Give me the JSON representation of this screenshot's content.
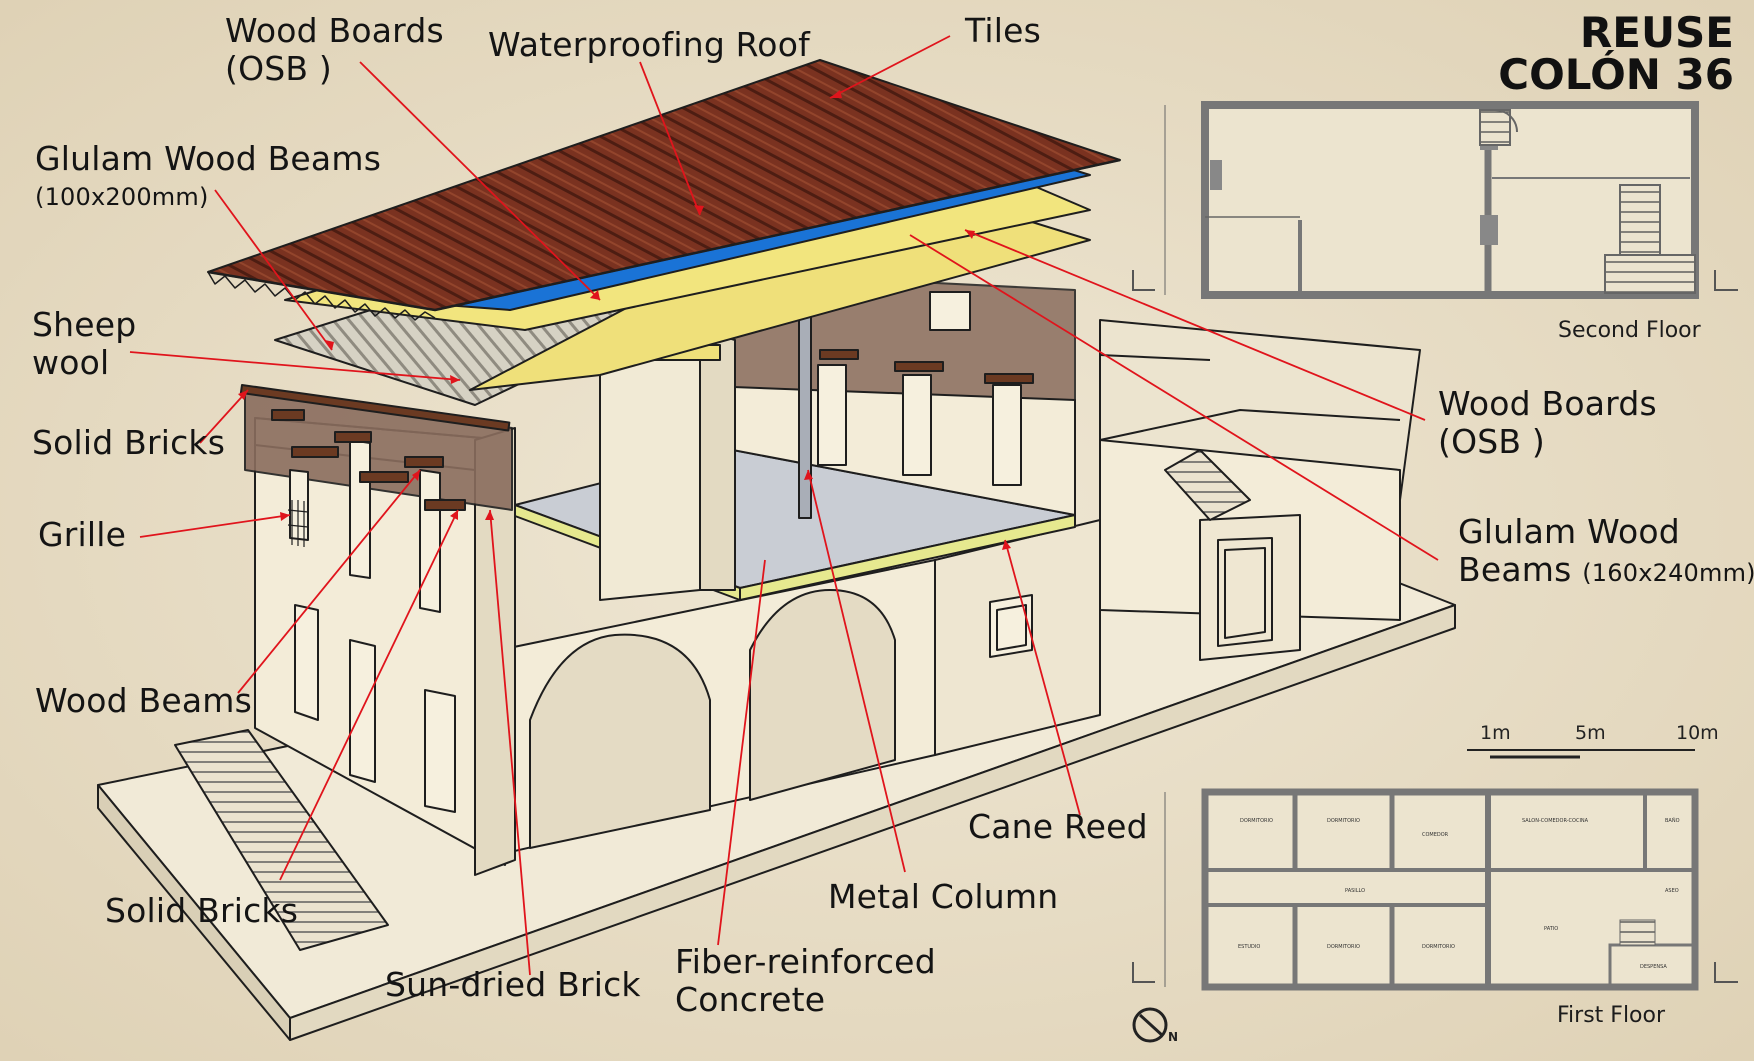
{
  "title": {
    "line1": "REUSE",
    "line2": "COLÓN 36"
  },
  "labels": {
    "wood_boards_top": {
      "line1": "Wood Boards",
      "line2": "(OSB )"
    },
    "waterproofing_roof": "Waterproofing Roof",
    "tiles": "Tiles",
    "glulam_left": {
      "line1": "Glulam Wood Beams",
      "line2": "(100x200mm)"
    },
    "sheep_wool": {
      "line1": "Sheep",
      "line2": "wool"
    },
    "solid_bricks_top": "Solid Bricks",
    "grille": "Grille",
    "wood_beams": "Wood Beams",
    "solid_bricks_bottom": "Solid Bricks",
    "sun_dried_brick": "Sun-dried Brick",
    "fiber_concrete": {
      "line1": "Fiber-reinforced",
      "line2": "Concrete"
    },
    "metal_column": "Metal Column",
    "cane_reed": "Cane Reed",
    "wood_boards_right": {
      "line1": "Wood Boards",
      "line2": "(OSB )"
    },
    "glulam_right": {
      "line1": "Glulam Wood",
      "line2": "Beams",
      "size": "(160x240mm)"
    }
  },
  "plans": {
    "second_floor": "Second Floor",
    "first_floor": "First Floor",
    "rooms": [
      "DORMITORIO",
      "DORMITORIO",
      "COMEDOR",
      "SALON-COMEDOR-COCINA",
      "BAÑO",
      "PASILLO",
      "PATIO",
      "ESTUDIO",
      "DORMITORIO",
      "DORMITORIO",
      "DESPENSA",
      "ASEO"
    ]
  },
  "scale": {
    "labels": [
      "1m",
      "5m",
      "10m"
    ]
  },
  "north": "N",
  "colors": {
    "paper": "#e9dfca",
    "leader": "#e0141c",
    "tile": "#7a3220",
    "waterproof": "#1a73d6",
    "osb": "#f0e07a",
    "wall_light": "#f3ecd8",
    "wall_brown": "#8a6d5e"
  }
}
